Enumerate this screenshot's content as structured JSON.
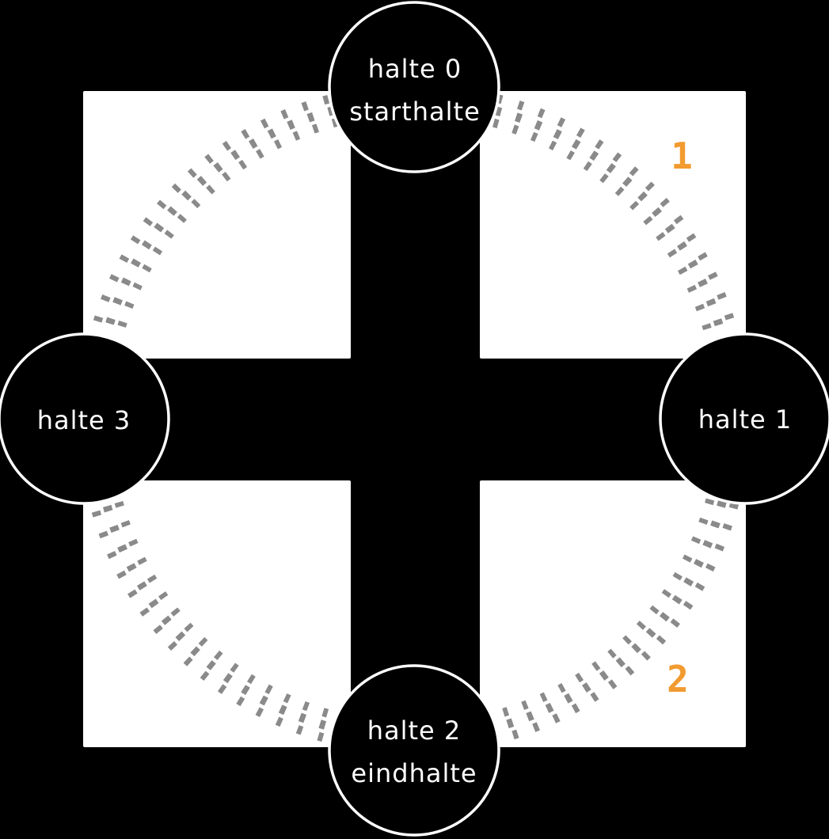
{
  "diagram": {
    "type": "route-graph",
    "description_visible_only": "circular route with four stops connected by dashed tick arcs"
  },
  "colors": {
    "background": "#000000",
    "quadrant_square": "#ffffff",
    "route_ticks": "#8a8a8a",
    "node_fill": "#000000",
    "node_stroke": "#ffffff",
    "node_label": "#ffffff",
    "edge_label": "#f29b30"
  },
  "nodes": [
    {
      "id": "halte-0",
      "position": "top",
      "lines": [
        "halte 0",
        "starthalte"
      ]
    },
    {
      "id": "halte-1",
      "position": "right",
      "lines": [
        "halte 1"
      ]
    },
    {
      "id": "halte-2",
      "position": "bottom",
      "lines": [
        "halte 2",
        "eindhalte"
      ]
    },
    {
      "id": "halte-3",
      "position": "left",
      "lines": [
        "halte 3"
      ]
    }
  ],
  "edge_labels": [
    {
      "text": "1",
      "position": "top-right-arc"
    },
    {
      "text": "2",
      "position": "bottom-right-arc"
    }
  ]
}
